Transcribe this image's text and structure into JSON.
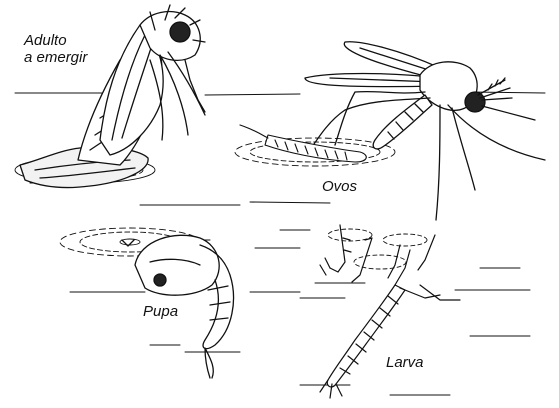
{
  "labels": {
    "adulto_line1": "Adulto",
    "adulto_line2": "a emergir",
    "ovos": "Ovos",
    "pupa": "Pupa",
    "larva": "Larva"
  },
  "colors": {
    "ink": "#111111",
    "paper": "#ffffff"
  }
}
